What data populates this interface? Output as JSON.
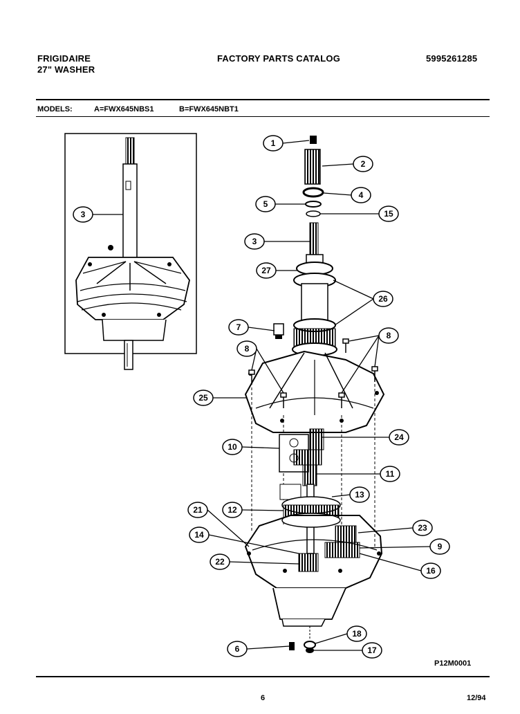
{
  "header": {
    "brand": "FRIGIDAIRE",
    "product": "27\" WASHER",
    "catalog_title": "FACTORY PARTS CATALOG",
    "catalog_number": "5995261285"
  },
  "models": {
    "label": "MODELS:",
    "model_a": "A=FWX645NBS1",
    "model_b": "B=FWX645NBT1"
  },
  "callouts": [
    "1",
    "2",
    "4",
    "5",
    "15",
    "3",
    "27",
    "26",
    "7",
    "8",
    "8",
    "25",
    "24",
    "10",
    "11",
    "13",
    "12",
    "21",
    "23",
    "14",
    "9",
    "22",
    "16",
    "18",
    "6",
    "17",
    "3"
  ],
  "footer": {
    "drawing_code": "P12M0001",
    "page_number": "6",
    "date": "12/94"
  }
}
